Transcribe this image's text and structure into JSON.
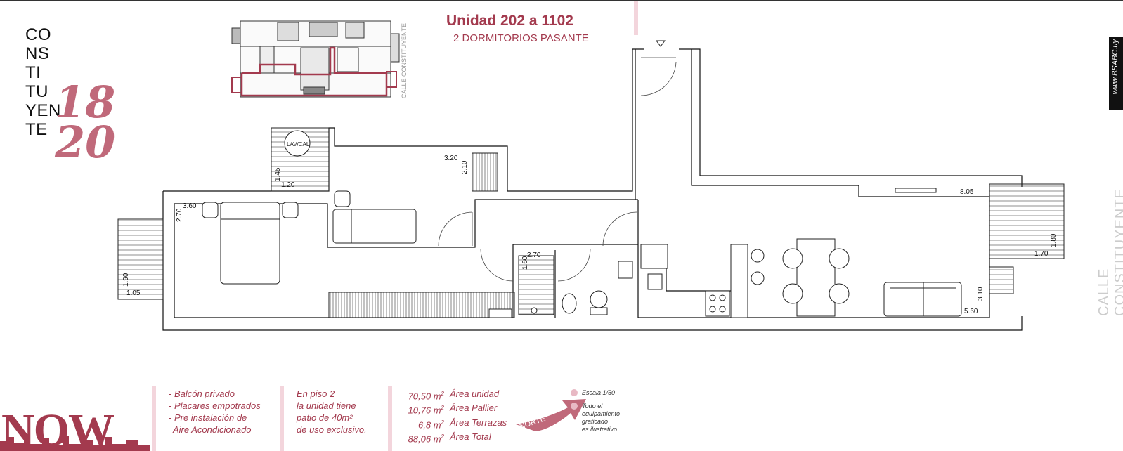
{
  "brand": {
    "lines": [
      "CO",
      "NS",
      "TI",
      "TU",
      "YEN",
      "TE"
    ],
    "number_top": "18",
    "number_bottom": "20",
    "accent_color": "#a33a4e"
  },
  "unit": {
    "title": "Unidad 202 a 1102",
    "subtitle": "2 DORMITORIOS PASANTE"
  },
  "street": {
    "mini_label": "CALLE CONSTITUYENTE",
    "big_label": "CALLE CONSTITUYENTE"
  },
  "website": "www.BSABC.uy",
  "plan": {
    "room_tags": {
      "laundry": "LAV/CAL"
    },
    "dimensions": {
      "bedroom_main_w": "3.60",
      "bedroom_main_h": "2.70",
      "balcony_w": "1.05",
      "balcony_h": "1.90",
      "laundry_w": "1.20",
      "laundry_h": "1.45",
      "bedroom_second_w": "3.20",
      "bedroom_second_h": "2.10",
      "bath_w": "2.70",
      "bath_h": "1.60",
      "living_w": "8.05",
      "terrace_w": "1.70",
      "terrace_h": "1.80",
      "kitchen_w": "5.60",
      "kitchen_h": "3.10"
    }
  },
  "features": [
    "- Balcón privado",
    "- Placares empotrados",
    "- Pre instalación de",
    "  Aire Acondicionado"
  ],
  "patio": [
    "En piso 2",
    "la unidad tiene",
    "patio de 40m²",
    "de uso exclusivo."
  ],
  "areas": [
    {
      "value": "70,50 m",
      "label": "Área unidad"
    },
    {
      "value": "10,76 m",
      "label": "Área Pallier"
    },
    {
      "value": "6,8 m",
      "label": "Área Terrazas"
    },
    {
      "value": "88,06 m",
      "label": "Área Total"
    }
  ],
  "area_unit_exp": "2",
  "north_label": "NORTE",
  "notes": {
    "scale": "Escala 1/50",
    "disclaimer": [
      "Todo el",
      "equipamiento",
      "graficado",
      "es ilustrativo."
    ]
  },
  "logo_text": "NOW"
}
